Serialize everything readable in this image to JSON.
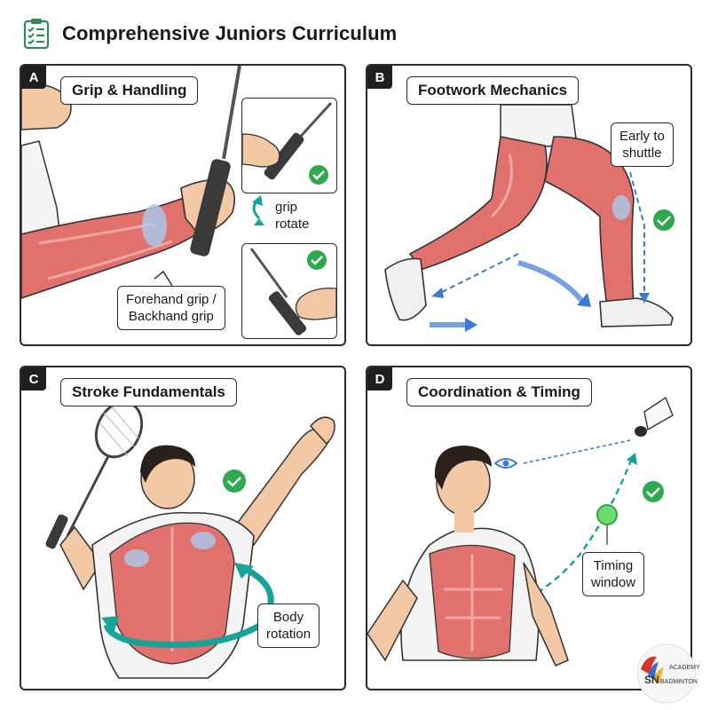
{
  "header": {
    "title": "Comprehensive Juniors Curriculum",
    "icon": "checklist-icon",
    "accent": "#2e8b57"
  },
  "colors": {
    "muscle": "#e0716c",
    "check": "#2fa84f",
    "teal": "#17a398",
    "blue": "#3a7bd5"
  },
  "panels": {
    "a": {
      "badge": "A",
      "title": "Grip & Handling",
      "rotate_label": [
        "grip",
        "rotate"
      ],
      "callout": [
        "Forehand grip /",
        "Backhand grip"
      ]
    },
    "b": {
      "badge": "B",
      "title": "Footwork Mechanics",
      "callout": [
        "Early to",
        "shuttle"
      ]
    },
    "c": {
      "badge": "C",
      "title": "Stroke Fundamentals",
      "callout": [
        "Body",
        "rotation"
      ]
    },
    "d": {
      "badge": "D",
      "title": "Coordination & Timing",
      "callout": [
        "Timing",
        "window"
      ]
    }
  },
  "logo": {
    "line1": "ACADEMY",
    "line2": "SN",
    "line3": "BADMINTON"
  }
}
